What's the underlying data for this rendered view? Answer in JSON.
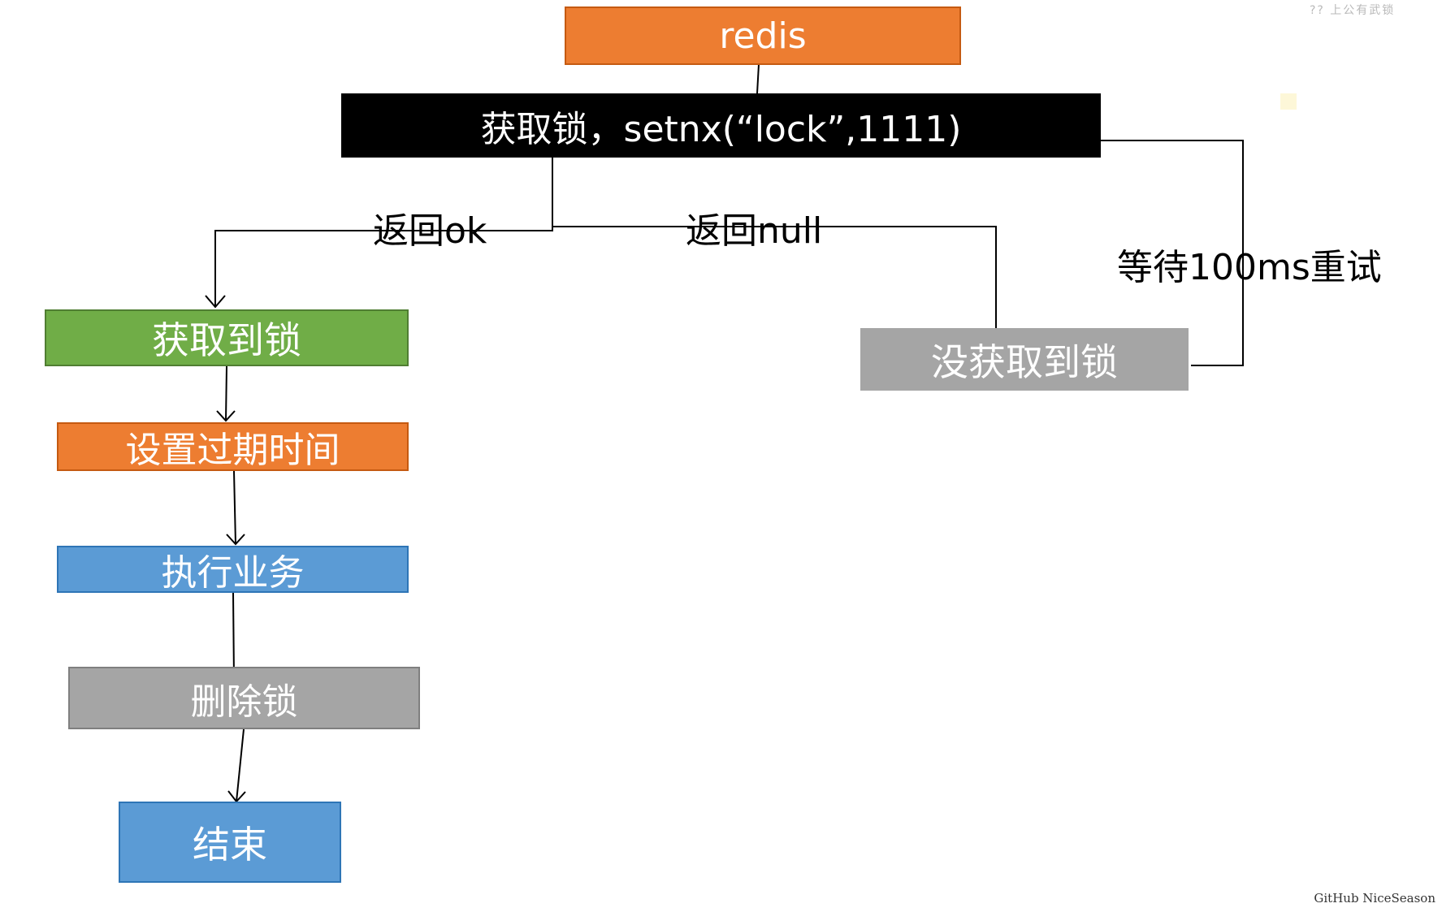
{
  "colors": {
    "orange": "#ed7d31",
    "orange_border": "#c55a11",
    "black": "#000000",
    "green": "#70ad47",
    "green_border": "#507e32",
    "gray": "#a5a5a5",
    "gray_border": "#7f7f7f",
    "blue": "#5b9bd5",
    "blue_border": "#2e75b6",
    "line": "#000000",
    "text_on_box": "#ffffff"
  },
  "nodes": {
    "redis": "redis",
    "acquire_lock": "获取锁，setnx(“lock”,1111)",
    "lock_acquired": "获取到锁",
    "set_expire": "设置过期时间",
    "execute_business": "执行业务",
    "delete_lock": "删除锁",
    "end": "结束",
    "lock_not_acquired": "没获取到锁"
  },
  "edges": {
    "return_ok": "返回ok",
    "return_null": "返回null",
    "retry_wait": "等待100ms重试"
  },
  "corner_artifact_text": "??   上公有武锁",
  "watermark": "GitHub NiceSeason"
}
